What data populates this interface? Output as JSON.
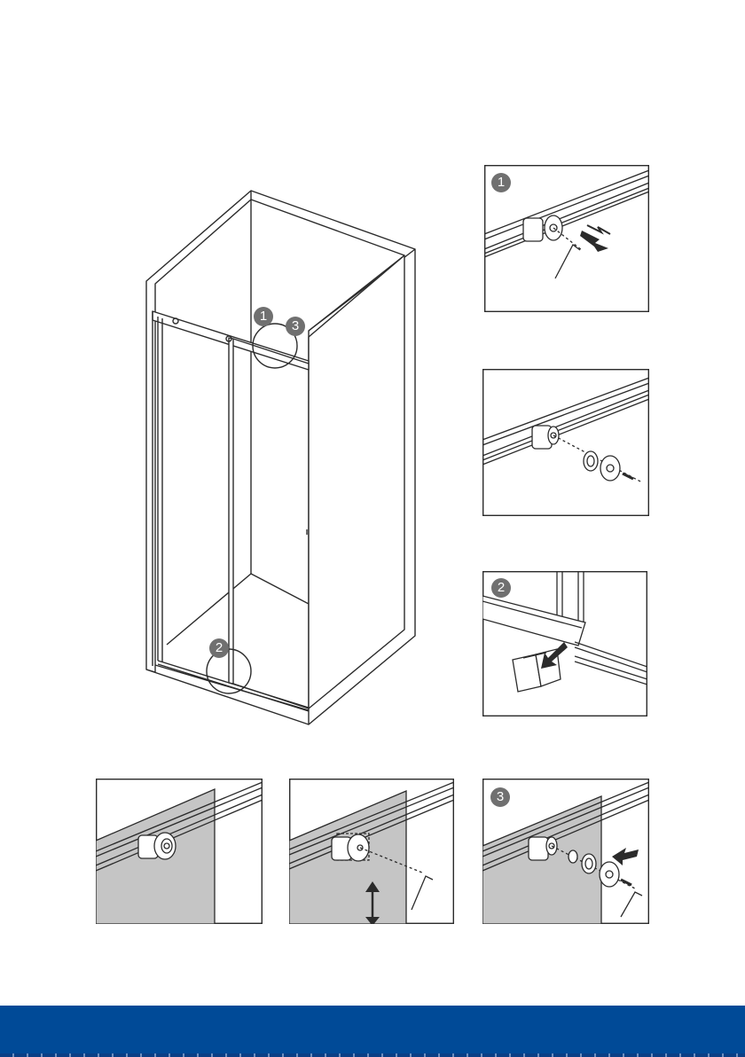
{
  "colors": {
    "line": "#2b2b2b",
    "glass": "#c5c5c5",
    "badge": "#707070",
    "badge_text": "#ffffff",
    "footer": "#004a97"
  },
  "callouts": {
    "main_top_left": "1",
    "main_top_right": "3",
    "main_bottom": "2",
    "detail_1": "1",
    "detail_2": "2",
    "detail_3": "3"
  },
  "icons": {
    "arrow": "arrow-icon",
    "hex_key": "hex-key-icon",
    "screw": "screw-icon",
    "double_arrow": "double-arrow-icon"
  }
}
